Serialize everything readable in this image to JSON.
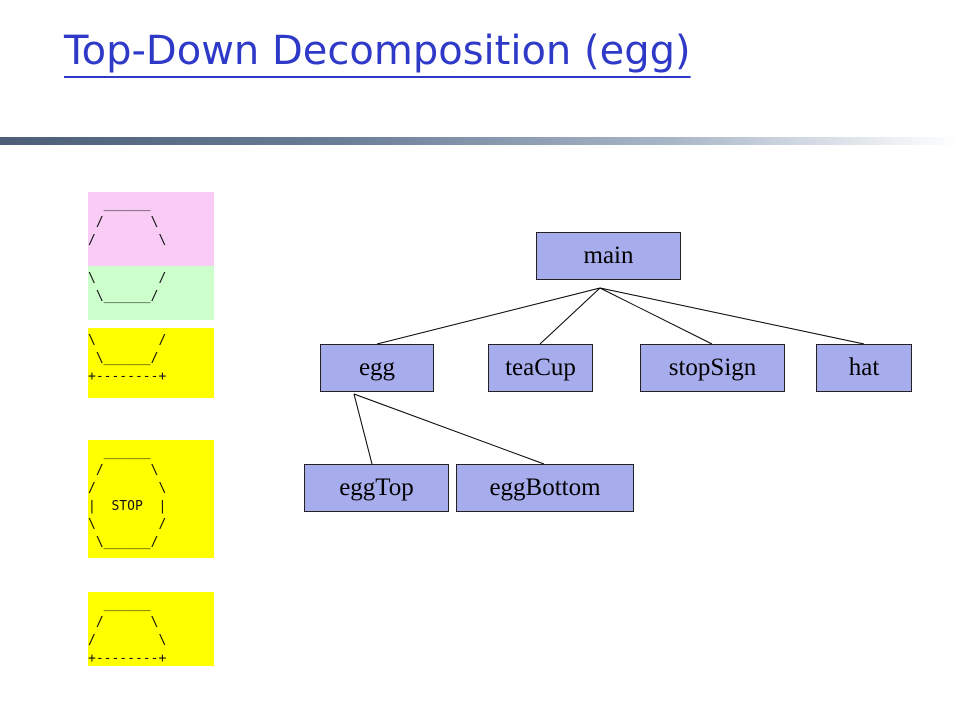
{
  "title": "Top-Down Decomposition (egg)",
  "ascii_art": {
    "egg_top": "  ______\n /      \\\n/        \\",
    "egg_bottom": "\\        /\n \\______/",
    "tea_cup": "\\        /\n \\______/\n+--------+",
    "stop_sign": "  ______\n /      \\\n/        \\\n|  STOP  |\n\\        /\n \\______/",
    "hat": "  ______\n /      \\\n/        \\\n+--------+"
  },
  "diagram": {
    "nodes": {
      "main": "main",
      "egg": "egg",
      "teaCup": "teaCup",
      "stopSign": "stopSign",
      "hat": "hat",
      "eggTop": "eggTop",
      "eggBottom": "eggBottom"
    },
    "edges": [
      [
        "main",
        "egg"
      ],
      [
        "main",
        "teaCup"
      ],
      [
        "main",
        "stopSign"
      ],
      [
        "main",
        "hat"
      ],
      [
        "egg",
        "eggTop"
      ],
      [
        "egg",
        "eggBottom"
      ]
    ]
  }
}
